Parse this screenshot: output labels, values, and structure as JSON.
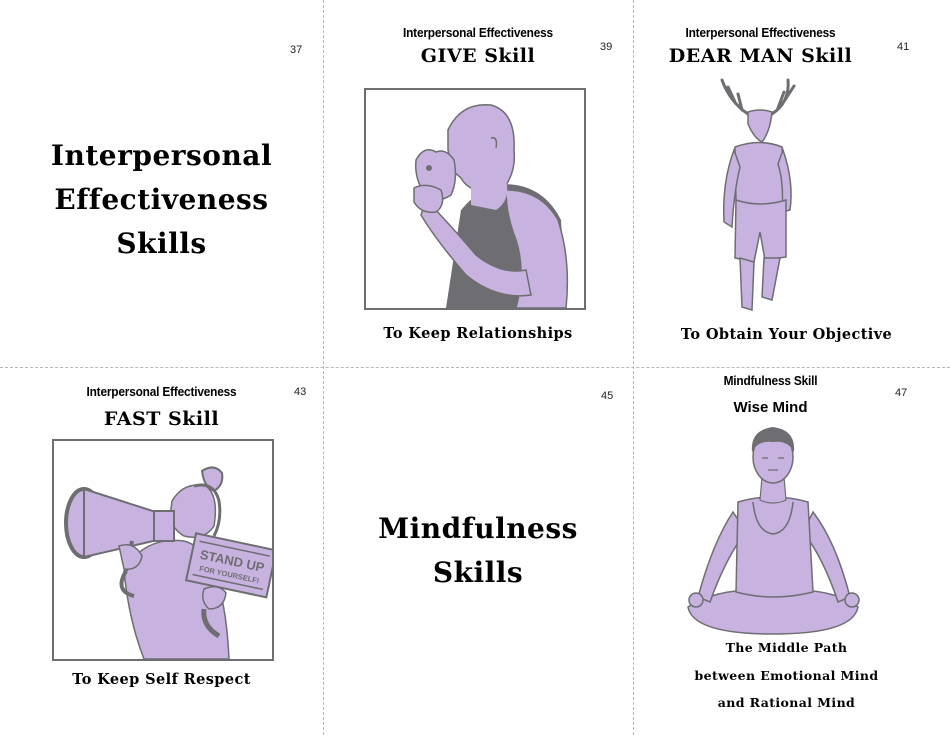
{
  "colors": {
    "accent_purple": "#c8b2e0",
    "outline_gray": "#6e6e72",
    "text": "#000000",
    "cut_line": "#b8b8b8"
  },
  "cards": [
    {
      "page": "37",
      "big_title_lines": [
        "Interpersonal",
        "Effectiveness",
        "Skills"
      ]
    },
    {
      "page": "39",
      "subtitle": "Interpersonal Effectiveness",
      "title": "GIVE Skill",
      "image": "man-kissing-kitten-illustration",
      "caption": "To Keep Relationships"
    },
    {
      "page": "41",
      "subtitle": "Interpersonal Effectiveness",
      "title": "DEAR MAN Skill",
      "image": "deer-headed-man-walking-illustration",
      "caption": "To Obtain Your Objective"
    },
    {
      "page": "43",
      "subtitle": "Interpersonal Effectiveness",
      "title": "FAST Skill",
      "image": "woman-with-megaphone-illustration",
      "sign_text": [
        "STAND UP",
        "FOR YOURSELF!"
      ],
      "caption": "To Keep Self Respect"
    },
    {
      "page": "45",
      "big_title_lines": [
        "Mindfulness",
        "Skills"
      ]
    },
    {
      "page": "47",
      "subtitle": "Mindfulness Skill",
      "title": "Wise Mind",
      "image": "meditating-person-illustration",
      "caption_lines": [
        "The Middle Path",
        "between Emotional Mind",
        "and Rational Mind"
      ]
    }
  ]
}
